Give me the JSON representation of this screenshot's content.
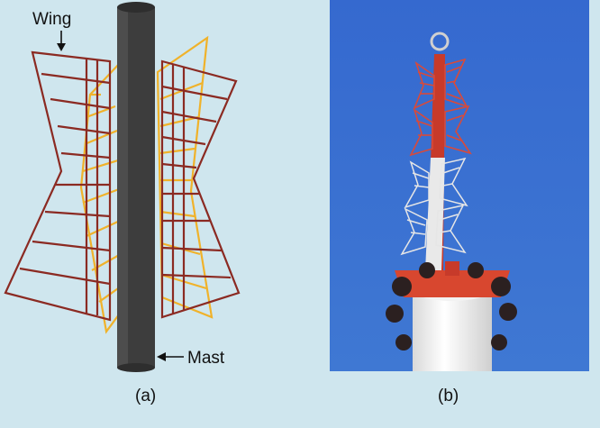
{
  "labels": {
    "wing": "Wing",
    "mast": "Mast",
    "caption_a": "(a)",
    "caption_b": "(b)"
  },
  "colors": {
    "background": "#cfe6ee",
    "wing_front": "#8b2a22",
    "wing_rear": "#f0b22a",
    "mast": "#3b3b3b",
    "sky": "#3b6fcf",
    "tower_white": "#f4f4f4",
    "tower_red": "#d8472f"
  },
  "icons": {
    "pointer_wing": "arrow-down-icon",
    "pointer_mast": "arrow-left-icon"
  }
}
